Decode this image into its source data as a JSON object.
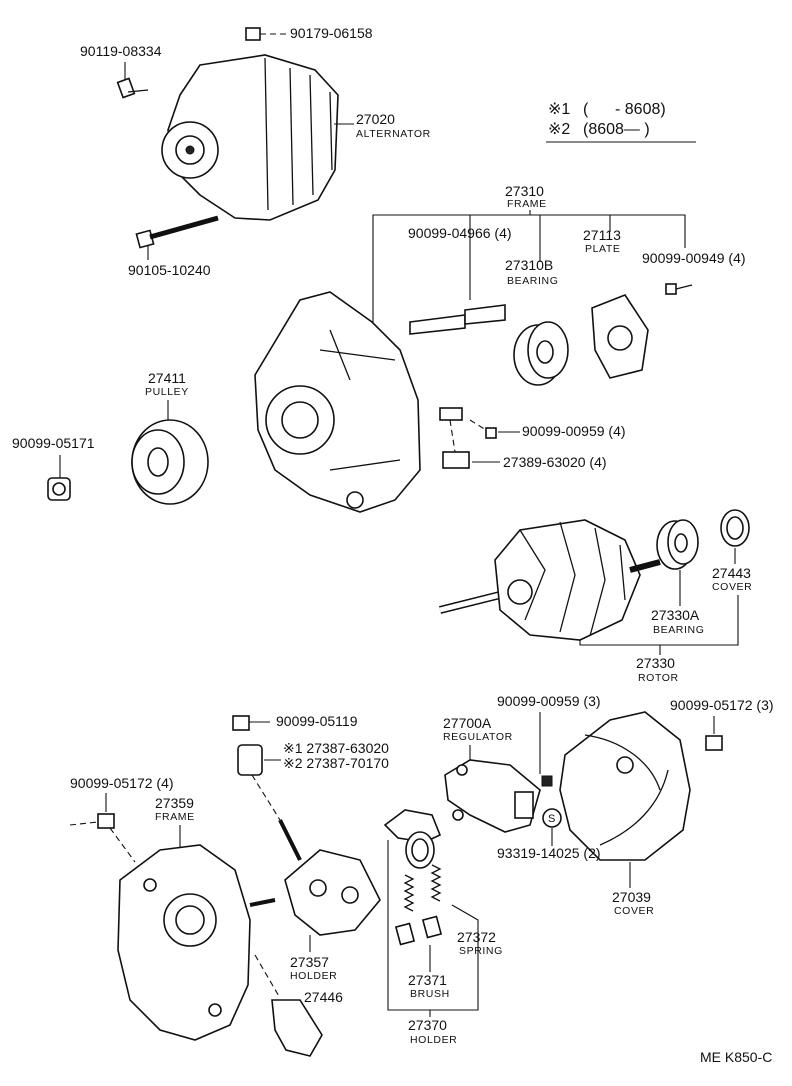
{
  "legend": {
    "row1_mark": "※1",
    "row1_range": "(      - 8608)",
    "row2_mark": "※2",
    "row2_range": "(8608—        )"
  },
  "parts": {
    "p90179_06158": "90179-06158",
    "p90119_08334": "90119-08334",
    "p27020": "27020",
    "p27020_name": "ALTERNATOR",
    "p90105_10240": "90105-10240",
    "p27310": "27310",
    "p27310_name": "FRAME",
    "p90099_04966": "90099-04966 (4)",
    "p27310B": "27310B",
    "p27310B_name": "BEARING",
    "p27113": "27113",
    "p27113_name": "PLATE",
    "p90099_00949": "90099-00949 (4)",
    "p27411": "27411",
    "p27411_name": "PULLEY",
    "p90099_05171": "90099-05171",
    "p90099_00959_4": "90099-00959 (4)",
    "p27389_63020": "27389-63020 (4)",
    "p27443": "27443",
    "p27443_name": "COVER",
    "p27330A": "27330A",
    "p27330A_name": "BEARING",
    "p27330": "27330",
    "p27330_name": "ROTOR",
    "p90099_05119": "90099-05119",
    "p27387_1": "※1 27387-63020",
    "p27387_2": "※2 27387-70170",
    "p90099_00959_3": "90099-00959 (3)",
    "p27700A": "27700A",
    "p27700A_name": "REGULATOR",
    "p90099_05172_3": "90099-05172 (3)",
    "p90099_05172_4": "90099-05172 (4)",
    "p27359": "27359",
    "p27359_name": "FRAME",
    "s_mark": "S",
    "p93319_14025": "93319-14025 (2)",
    "p27039": "27039",
    "p27039_name": "COVER",
    "p27357": "27357",
    "p27357_name": "HOLDER",
    "p27372": "27372",
    "p27372_name": "SPRING",
    "p27446": "27446",
    "p27371": "27371",
    "p27371_name": "BRUSH",
    "p27370": "27370",
    "p27370_name": "HOLDER"
  },
  "footer": {
    "code": "ME K850-C"
  }
}
